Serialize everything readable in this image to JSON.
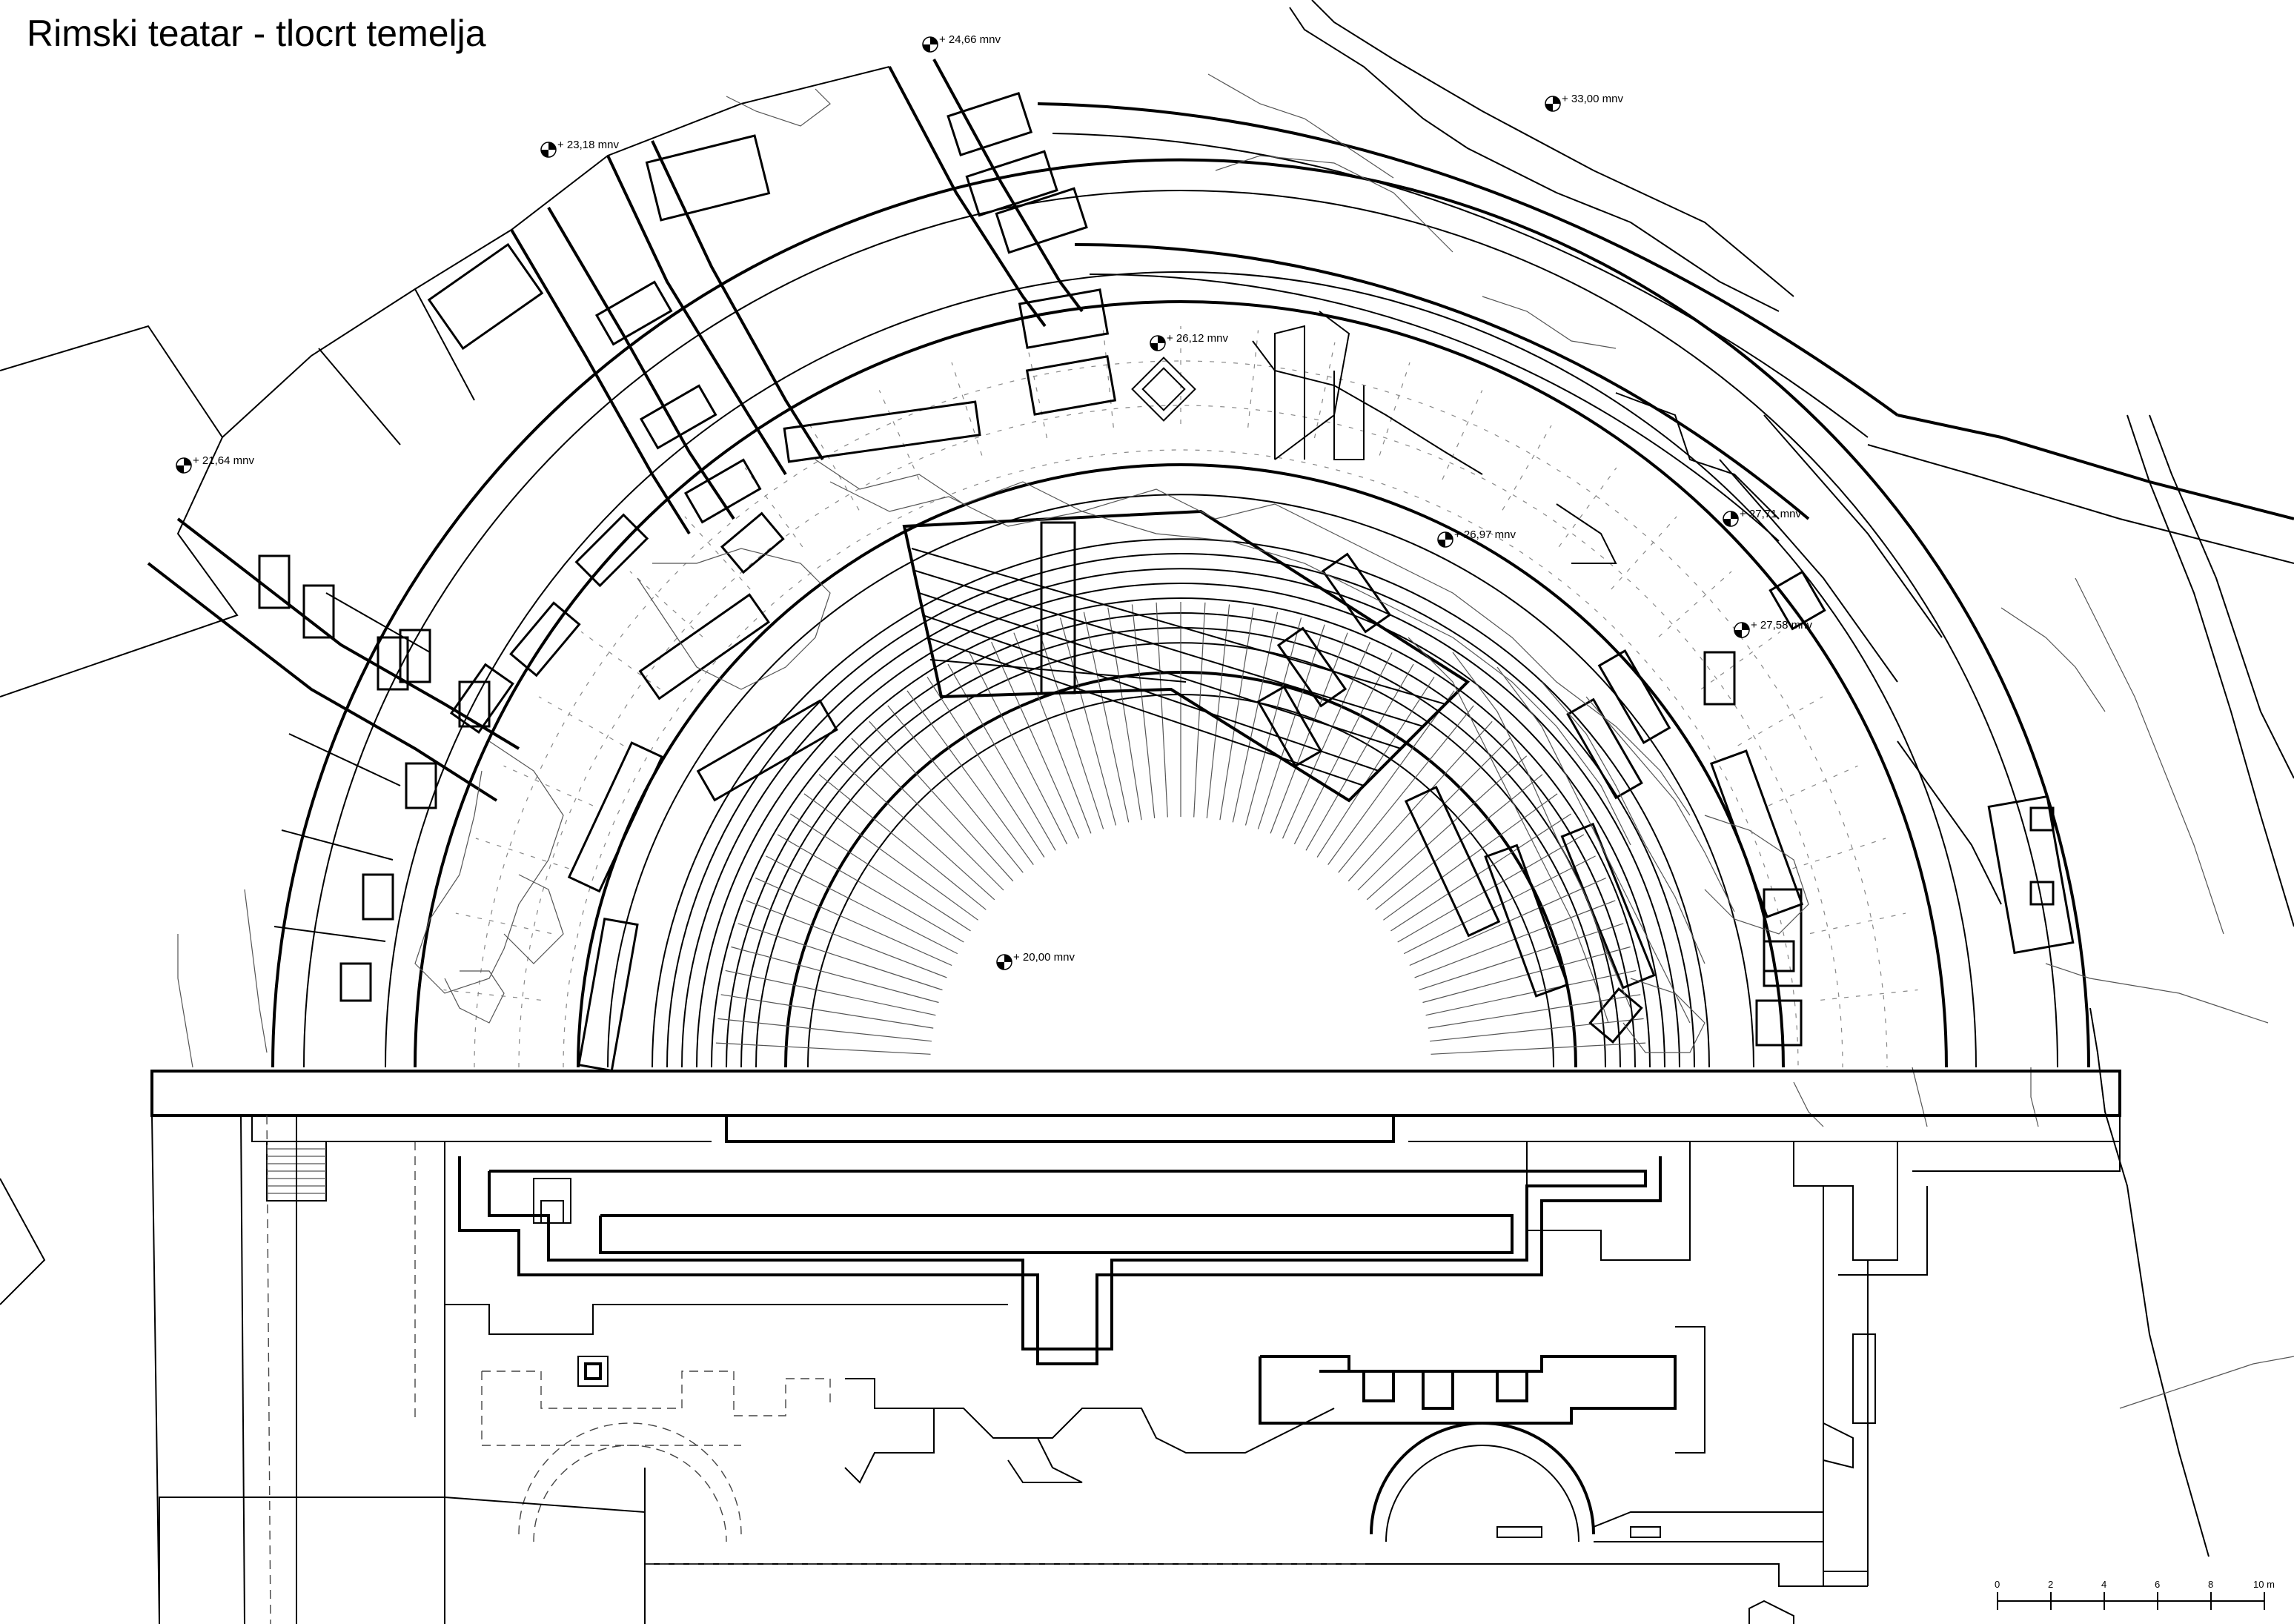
{
  "title": "Rimski teatar - tlocrt temelja",
  "elevations": [
    {
      "id": "e1",
      "label": "+ 24,66 mnv"
    },
    {
      "id": "e2",
      "label": "+ 33,00 mnv"
    },
    {
      "id": "e3",
      "label": "+ 23,18 mnv"
    },
    {
      "id": "e4",
      "label": "+ 26,12  mnv"
    },
    {
      "id": "e5",
      "label": "+ 21,64 mnv"
    },
    {
      "id": "e6",
      "label": "+ 26,97  mnv"
    },
    {
      "id": "e7",
      "label": "+ 27,71  mnv"
    },
    {
      "id": "e8",
      "label": "+ 27,58  mnv"
    },
    {
      "id": "e9",
      "label": "+ 20,00 mnv"
    }
  ],
  "scale_bar": {
    "ticks": [
      "0",
      "2",
      "4",
      "6",
      "8",
      "10 m"
    ]
  },
  "colors": {
    "line": "#000000",
    "background": "#ffffff",
    "contour": "#555555"
  }
}
